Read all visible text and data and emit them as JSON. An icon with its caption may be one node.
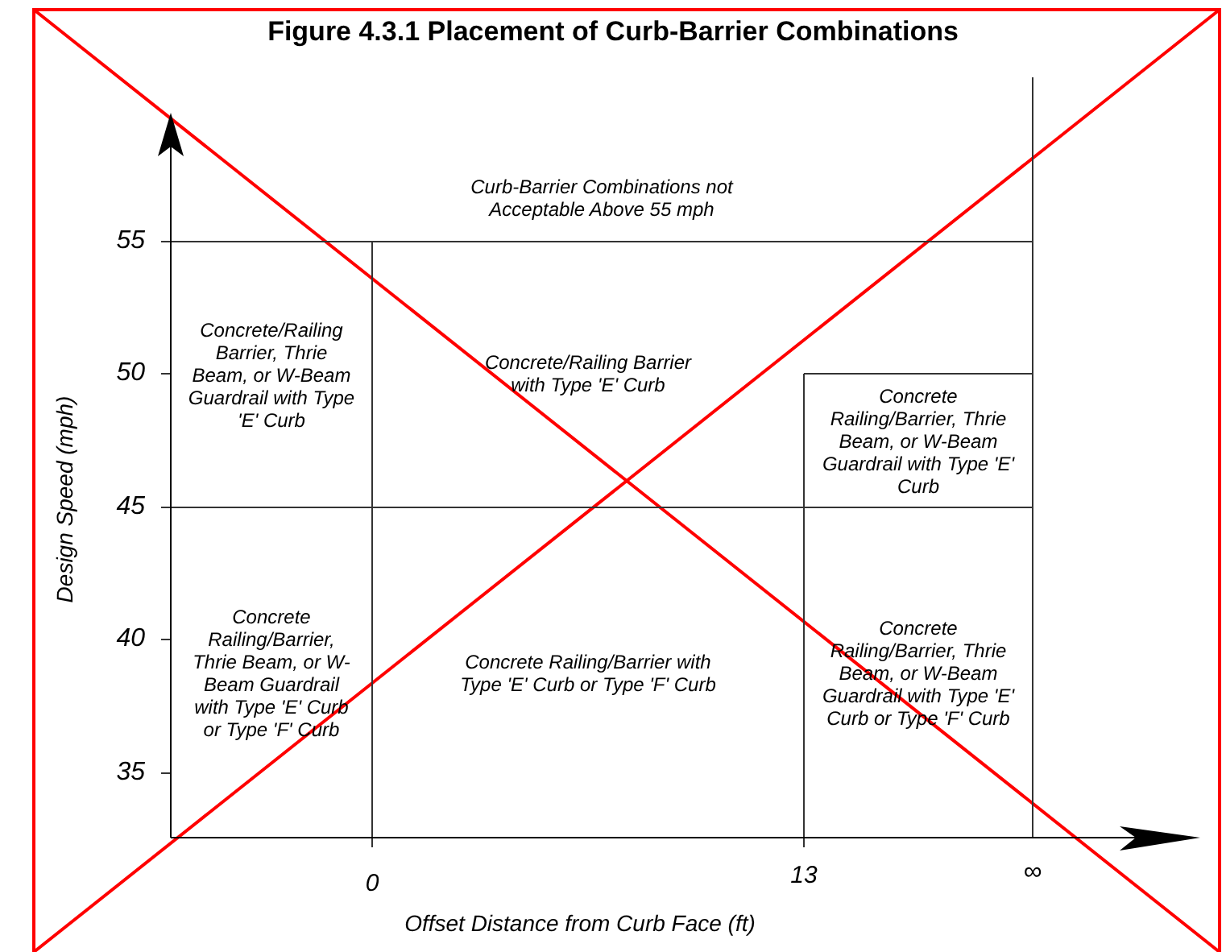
{
  "diagram": {
    "title": "Figure 4.3.1  Placement of Curb-Barrier Combinations",
    "nodes": [
      {
        "text": [
          "Curb-Barrier Combinations not Acceptable Above 55 mph"
        ]
      },
      {
        "text": [
          "Concrete/Railing Barrier, Thrie Beam, or W-Beam Guardrail with Type 'E' Curb"
        ]
      },
      {
        "text": [
          "Concrete/Railing Barrier with Type 'E' Curb"
        ]
      },
      {
        "text": [
          "Concrete Railing/Barrier, Thrie Beam, or W-Beam Guardrail with Type 'E' Curb"
        ]
      },
      {
        "text": [
          "Concrete Railing/Barrier, Thrie Beam, or W-Beam Guardrail with Type 'E' Curb or Type 'F' Curb"
        ]
      },
      {
        "text": [
          "Concrete Railing/Barrier with Type 'E' Curb or Type 'F' Curb"
        ]
      },
      {
        "text": [
          "Concrete Railing/Barrier, Thrie Beam, or W-Beam Guardrail with Type 'E' Curb or Type 'F' Curb"
        ]
      }
    ],
    "edges": [],
    "labels": [
      "55",
      "50",
      "45",
      "40",
      "35",
      "Design Speed (mph)",
      "0",
      "13",
      "∞",
      "Offset Distance from Curb Face (ft)"
    ]
  }
}
